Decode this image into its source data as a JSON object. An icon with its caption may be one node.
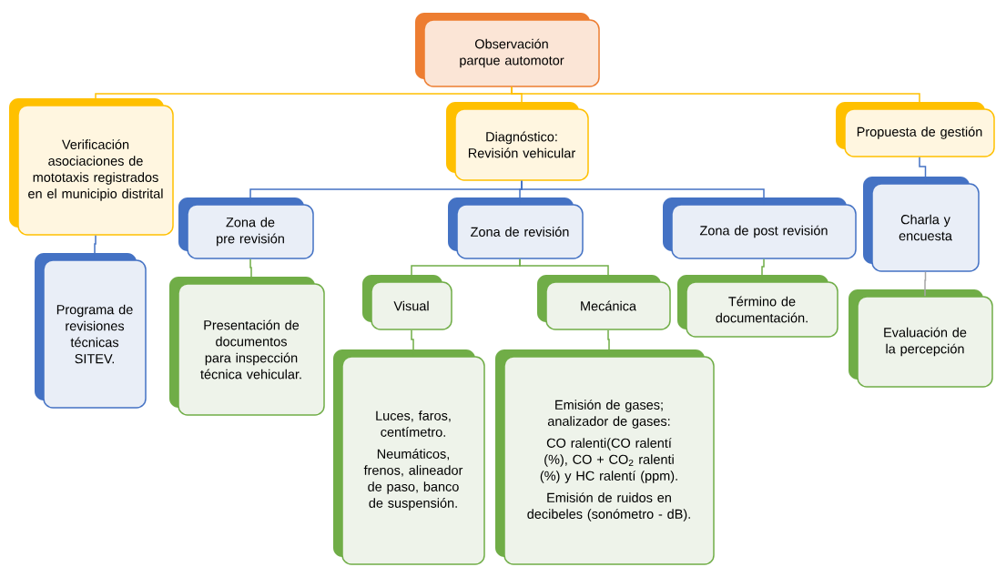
{
  "diagram": {
    "nodes": [
      {
        "text": [
          "Observación parque automotor"
        ]
      },
      {
        "text": [
          "Verificación asociaciones de mototaxis registrados en el municipio distrital"
        ]
      },
      {
        "text": [
          "Diagnóstico: Revisión vehicular"
        ]
      },
      {
        "text": [
          "Propuesta de gestión"
        ]
      },
      {
        "text": [
          "Programa de revisiones técnicas SITEV."
        ]
      },
      {
        "text": [
          "Zona de pre revisión"
        ]
      },
      {
        "text": [
          "Zona de revisión"
        ]
      },
      {
        "text": [
          "Zona de post revisión"
        ]
      },
      {
        "text": [
          "Charla y encuesta"
        ]
      },
      {
        "text": [
          "Presentación de documentos para inspección técnica vehicular."
        ]
      },
      {
        "text": [
          "Visual"
        ]
      },
      {
        "text": [
          "Mecánica"
        ]
      },
      {
        "text": [
          "Término de documentación."
        ]
      },
      {
        "text": [
          "Evaluación de la percepción"
        ]
      },
      {
        "text": [
          "Luces, faros, centímetro.",
          "Neumáticos, frenos, alineador de paso, banco de suspensión."
        ]
      },
      {
        "text": [
          "Emisión de gases; analizador de gases:",
          "CO ralenti(CO ralentí (%), CO + CO$_{2}$ ralenti (%) y HC ralentí (ppm).",
          "Emisión de ruidos en decibeles (sonómetro - dB)."
        ]
      }
    ],
    "edges": [
      {
        "from": 0,
        "to": 1,
        "arrow": "none",
        "color": "#ffc000"
      },
      {
        "from": 0,
        "to": 2,
        "arrow": "none",
        "color": "#ffc000"
      },
      {
        "from": 0,
        "to": 3,
        "arrow": "none",
        "color": "#ffc000"
      },
      {
        "from": 1,
        "to": 4,
        "arrow": "none",
        "color": "#4472c4"
      },
      {
        "from": 2,
        "to": 5,
        "arrow": "none",
        "color": "#4472c4"
      },
      {
        "from": 2,
        "to": 6,
        "arrow": "none",
        "color": "#4472c4"
      },
      {
        "from": 2,
        "to": 7,
        "arrow": "none",
        "color": "#4472c4"
      },
      {
        "from": 3,
        "to": 8,
        "arrow": "none",
        "color": "#4472c4"
      },
      {
        "from": 5,
        "to": 9,
        "arrow": "none"
      },
      {
        "from": 6,
        "to": 10,
        "arrow": "none"
      },
      {
        "from": 6,
        "to": 11,
        "arrow": "none"
      },
      {
        "from": 7,
        "to": 12,
        "arrow": "none"
      },
      {
        "from": 8,
        "to": 13,
        "arrow": "none",
        "color": "#a5a5a5"
      },
      {
        "from": 10,
        "to": 14,
        "arrow": "none"
      },
      {
        "from": 11,
        "to": 15,
        "arrow": "none"
      }
    ]
  }
}
